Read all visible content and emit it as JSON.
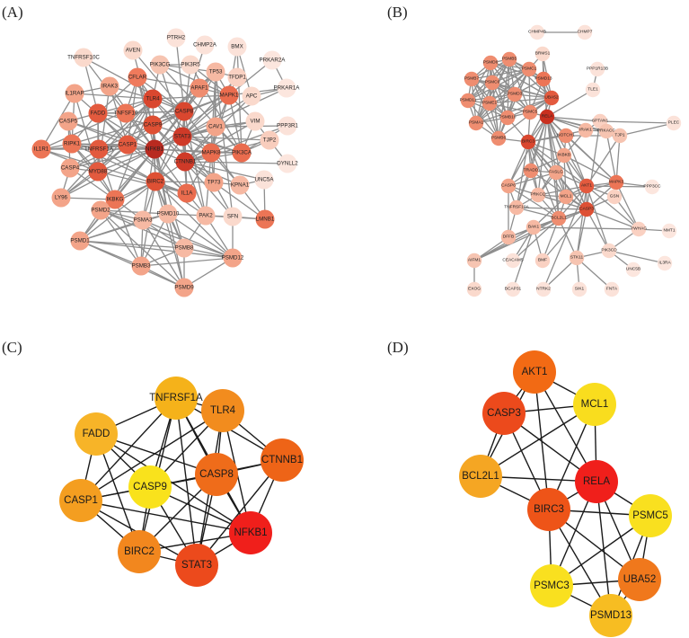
{
  "panels": {
    "A": {
      "label": "(A)",
      "nodes": [
        {
          "id": "PTRH2",
          "label": "PTRH2",
          "color": "#fbe2d9"
        },
        {
          "id": "CHMP2A",
          "label": "CHMP2A",
          "color": "#fbe2d9"
        },
        {
          "id": "AVEN",
          "label": "AVEN",
          "color": "#fad9cc"
        },
        {
          "id": "TNFRSF10C",
          "label": "TNFRSF10C",
          "color": "#fad9cc"
        },
        {
          "id": "PIK3CG",
          "label": "PIK3CG",
          "color": "#f6c4b1"
        },
        {
          "id": "PIK3R5",
          "label": "PIK3R5",
          "color": "#fad9cc"
        },
        {
          "id": "BMX",
          "label": "BMX",
          "color": "#fbe2d9"
        },
        {
          "id": "PRKAR2A",
          "label": "PRKAR2A",
          "color": "#fce6de"
        },
        {
          "id": "TP53",
          "label": "TP53",
          "color": "#f6b9a3"
        },
        {
          "id": "CFLAR",
          "label": "CFLAR",
          "color": "#ef7a5c"
        },
        {
          "id": "IRAK3",
          "label": "IRAK3",
          "color": "#f3a489"
        },
        {
          "id": "IL1RAP",
          "label": "IL1RAP",
          "color": "#f3a489"
        },
        {
          "id": "APAF1",
          "label": "APAF1",
          "color": "#ef8d70"
        },
        {
          "id": "TFDP1",
          "label": "TFDP1",
          "color": "#fad1c2"
        },
        {
          "id": "PRKAR1A",
          "label": "PRKAR1A",
          "color": "#fce6de"
        },
        {
          "id": "MAPK1",
          "label": "MAPK1",
          "color": "#ea6c4e"
        },
        {
          "id": "APC",
          "label": "APC",
          "color": "#fad9cc"
        },
        {
          "id": "TLR4",
          "label": "TLR4",
          "color": "#d9472f"
        },
        {
          "id": "FADD",
          "label": "FADD",
          "color": "#e35a3e"
        },
        {
          "id": "TNFSF10",
          "label": "TNFSF10",
          "color": "#ec7556"
        },
        {
          "id": "CASP8",
          "label": "CASP8",
          "color": "#d9472f"
        },
        {
          "id": "CASP5",
          "label": "CASP5",
          "color": "#f3a489"
        },
        {
          "id": "CASP9",
          "label": "CASP9",
          "color": "#de5034"
        },
        {
          "id": "VIM",
          "label": "VIM",
          "color": "#fad9cc"
        },
        {
          "id": "PPP3R1",
          "label": "PPP3R1",
          "color": "#fbe2d9"
        },
        {
          "id": "CAV1",
          "label": "CAV1",
          "color": "#f3a489"
        },
        {
          "id": "RIPK1",
          "label": "RIPK1",
          "color": "#ec7556"
        },
        {
          "id": "TNFRSF1A",
          "label": "TNFRSF1A",
          "color": "#e35a3e"
        },
        {
          "id": "IL1R1",
          "label": "IL1R1",
          "color": "#ec7556"
        },
        {
          "id": "CASP1",
          "label": "CASP1",
          "color": "#e35a3e"
        },
        {
          "id": "NFKB1",
          "label": "NFKB1",
          "color": "#b82a20"
        },
        {
          "id": "STAT3",
          "label": "STAT3",
          "color": "#cf3a28"
        },
        {
          "id": "MAPK8",
          "label": "MAPK8",
          "color": "#ea6c4e"
        },
        {
          "id": "PIK3CA",
          "label": "PIK3CA",
          "color": "#ea6c4e"
        },
        {
          "id": "TJP2",
          "label": "TJP2",
          "color": "#f8cdbd"
        },
        {
          "id": "DYNLL2",
          "label": "DYNLL2",
          "color": "#fce6de"
        },
        {
          "id": "CASP4",
          "label": "CASP4",
          "color": "#f3a489"
        },
        {
          "id": "MYD88",
          "label": "MYD88",
          "color": "#e35a3e"
        },
        {
          "id": "CTNNB1",
          "label": "CTNNB1",
          "color": "#cf3a28"
        },
        {
          "id": "BIRC2",
          "label": "BIRC2",
          "color": "#de5034"
        },
        {
          "id": "TP73",
          "label": "TP73",
          "color": "#f3a489"
        },
        {
          "id": "KPNA1",
          "label": "KPNA1",
          "color": "#f6b9a3"
        },
        {
          "id": "UNC5A",
          "label": "UNC5A",
          "color": "#fbe2d9"
        },
        {
          "id": "LY96",
          "label": "LY96",
          "color": "#f3a489"
        },
        {
          "id": "IKBKG",
          "label": "IKBKG",
          "color": "#ec7556"
        },
        {
          "id": "IL1A",
          "label": "IL1A",
          "color": "#ea6c4e"
        },
        {
          "id": "LMNB1",
          "label": "LMNB1",
          "color": "#ec7556"
        },
        {
          "id": "PSMD2",
          "label": "PSMD2",
          "color": "#f3a489"
        },
        {
          "id": "PSMD10",
          "label": "PSMD10",
          "color": "#f6b9a3"
        },
        {
          "id": "PSMA3",
          "label": "PSMA3",
          "color": "#f6b9a3"
        },
        {
          "id": "PAK2",
          "label": "PAK2",
          "color": "#f6b9a3"
        },
        {
          "id": "SFN",
          "label": "SFN",
          "color": "#fad9cc"
        },
        {
          "id": "PSMD1",
          "label": "PSMD1",
          "color": "#f3a489"
        },
        {
          "id": "PSMB8",
          "label": "PSMB8",
          "color": "#f6b9a3"
        },
        {
          "id": "PSMD12",
          "label": "PSMD12",
          "color": "#f3a489"
        },
        {
          "id": "PSMB3",
          "label": "PSMB3",
          "color": "#f3a489"
        },
        {
          "id": "PSMD9",
          "label": "PSMD9",
          "color": "#f3a489"
        }
      ]
    },
    "B": {
      "label": "(B)",
      "nodes": [
        {
          "id": "CHMP4B",
          "label": "CHMP4B",
          "color": "#fbe2d9"
        },
        {
          "id": "CHMP7",
          "label": "CHMP7",
          "color": "#fbe2d9"
        },
        {
          "id": "PSMD6",
          "label": "PSMD6",
          "color": "#ef8d70"
        },
        {
          "id": "PSMB5",
          "label": "PSMB5",
          "color": "#ef8d70"
        },
        {
          "id": "BRMS1",
          "label": "BRMS1",
          "color": "#fad9cc"
        },
        {
          "id": "PSMC1",
          "label": "PSMC1",
          "color": "#ef8d70"
        },
        {
          "id": "PSMD13",
          "label": "PSMD13",
          "color": "#ec7556"
        },
        {
          "id": "PPP1R13B",
          "label": "PPP1R13B",
          "color": "#fbe2d9"
        },
        {
          "id": "PSMB7",
          "label": "PSMB7",
          "color": "#ef8d70"
        },
        {
          "id": "PSMC6",
          "label": "PSMC6",
          "color": "#ef8d70"
        },
        {
          "id": "PSMD3",
          "label": "PSMD3",
          "color": "#ef8d70"
        },
        {
          "id": "UBA52",
          "label": "UBA52",
          "color": "#e35a3e"
        },
        {
          "id": "TLE1",
          "label": "TLE1",
          "color": "#fbe2d9"
        },
        {
          "id": "PSMD11",
          "label": "PSMD11",
          "color": "#ef8d70"
        },
        {
          "id": "PSME1",
          "label": "PSME1",
          "color": "#ef8d70"
        },
        {
          "id": "PSMC5",
          "label": "PSMC5",
          "color": "#ef8d70"
        },
        {
          "id": "RELA",
          "label": "RELA",
          "color": "#c9301f"
        },
        {
          "id": "SPTAN1",
          "label": "SPTAN1",
          "color": "#fad1c2"
        },
        {
          "id": "PLEC",
          "label": "PLEC",
          "color": "#fbe2d9"
        },
        {
          "id": "PSMA1",
          "label": "PSMA1",
          "color": "#ef8d70"
        },
        {
          "id": "PSMB10",
          "label": "PSMB10",
          "color": "#ef8d70"
        },
        {
          "id": "IRAK1",
          "label": "IRAK1",
          "color": "#f6b9a3"
        },
        {
          "id": "PRKACG",
          "label": "PRKACG",
          "color": "#f6c4b1"
        },
        {
          "id": "PSMB6",
          "label": "PSMB6",
          "color": "#ef8d70"
        },
        {
          "id": "BIRC3",
          "label": "BIRC3",
          "color": "#d9472f"
        },
        {
          "id": "NOTCH1",
          "label": "NOTCH1",
          "color": "#ef8d70"
        },
        {
          "id": "TJP1",
          "label": "TJP1",
          "color": "#f6c4b1"
        },
        {
          "id": "IKBKB",
          "label": "IKBKB",
          "color": "#f3a489"
        },
        {
          "id": "TRADD",
          "label": "TRADD",
          "color": "#ef8d70"
        },
        {
          "id": "FASLG",
          "label": "FASLG",
          "color": "#f3a489"
        },
        {
          "id": "MAPK3",
          "label": "MAPK3",
          "color": "#ec7556"
        },
        {
          "id": "AKT1",
          "label": "AKT1",
          "color": "#e35a3e"
        },
        {
          "id": "PPP3CC",
          "label": "PPP3CC",
          "color": "#fce6de"
        },
        {
          "id": "CASP6",
          "label": "CASP6",
          "color": "#f3a489"
        },
        {
          "id": "MCL1",
          "label": "MCL1",
          "color": "#f3a489"
        },
        {
          "id": "GSN",
          "label": "GSN",
          "color": "#fad1c2"
        },
        {
          "id": "PRKCQ",
          "label": "PRKCQ",
          "color": "#f6b9a3"
        },
        {
          "id": "CASP3",
          "label": "CASP3",
          "color": "#de5034"
        },
        {
          "id": "TNFRSF10A",
          "label": "TNFRSF10A",
          "color": "#f6b9a3"
        },
        {
          "id": "BCL2L1",
          "label": "BCL2L1",
          "color": "#ef8d70"
        },
        {
          "id": "BAK1",
          "label": "BAK1",
          "color": "#f6b9a3"
        },
        {
          "id": "YWHAG",
          "label": "YWHAG",
          "color": "#fad1c2"
        },
        {
          "id": "NMT1",
          "label": "NMT1",
          "color": "#fce6de"
        },
        {
          "id": "DFFB",
          "label": "DFFB",
          "color": "#f6b9a3"
        },
        {
          "id": "PIK3CD",
          "label": "PIK3CD",
          "color": "#fad9cc"
        },
        {
          "id": "IL3RA",
          "label": "IL3RA",
          "color": "#fce6de"
        },
        {
          "id": "AIFM1",
          "label": "AIFM1",
          "color": "#f6c4b1"
        },
        {
          "id": "CEACAM5",
          "label": "CEACAM5",
          "color": "#fbe2d9"
        },
        {
          "id": "BMF",
          "label": "BMF",
          "color": "#fad1c2"
        },
        {
          "id": "STK11",
          "label": "STK11",
          "color": "#f6c4b1"
        },
        {
          "id": "UNC5B",
          "label": "UNC5B",
          "color": "#fce6de"
        },
        {
          "id": "EXOG",
          "label": "EXOG",
          "color": "#fad9cc"
        },
        {
          "id": "BCAP31",
          "label": "BCAP31",
          "color": "#fbe2d9"
        },
        {
          "id": "NTRK2",
          "label": "NTRK2",
          "color": "#fbe2d9"
        },
        {
          "id": "SIK1",
          "label": "SIK1",
          "color": "#fbe2d9"
        },
        {
          "id": "FNTA",
          "label": "FNTA",
          "color": "#fbe2d9"
        }
      ]
    },
    "C": {
      "label": "(C)",
      "nodes": [
        {
          "id": "TNFRSF1A",
          "label": "TNFRSF1A",
          "color": "#f5b21a"
        },
        {
          "id": "TLR4",
          "label": "TLR4",
          "color": "#f28c1e"
        },
        {
          "id": "FADD",
          "label": "FADD",
          "color": "#f7b428"
        },
        {
          "id": "CTNNB1",
          "label": "CTNNB1",
          "color": "#ee6417"
        },
        {
          "id": "CASP8",
          "label": "CASP8",
          "color": "#ef6c1a"
        },
        {
          "id": "CASP9",
          "label": "CASP9",
          "color": "#f9e21c"
        },
        {
          "id": "CASP1",
          "label": "CASP1",
          "color": "#f49e20"
        },
        {
          "id": "NFKB1",
          "label": "NFKB1",
          "color": "#f01f1b"
        },
        {
          "id": "BIRC2",
          "label": "BIRC2",
          "color": "#f2871e"
        },
        {
          "id": "STAT3",
          "label": "STAT3",
          "color": "#ec4a1c"
        }
      ]
    },
    "D": {
      "label": "(D)",
      "nodes": [
        {
          "id": "AKT1",
          "label": "AKT1",
          "color": "#f26a14"
        },
        {
          "id": "CASP3",
          "label": "CASP3",
          "color": "#ec4a1c"
        },
        {
          "id": "MCL1",
          "label": "MCL1",
          "color": "#f9dd1e"
        },
        {
          "id": "BCL2L1",
          "label": "BCL2L1",
          "color": "#f5a623"
        },
        {
          "id": "RELA",
          "label": "RELA",
          "color": "#f01f1b"
        },
        {
          "id": "BIRC3",
          "label": "BIRC3",
          "color": "#ee5418"
        },
        {
          "id": "PSMC5",
          "label": "PSMC5",
          "color": "#f9e01f"
        },
        {
          "id": "PSMC3",
          "label": "PSMC3",
          "color": "#f9e01f"
        },
        {
          "id": "UBA52",
          "label": "UBA52",
          "color": "#f0781c"
        },
        {
          "id": "PSMD13",
          "label": "PSMD13",
          "color": "#f7bd22"
        }
      ]
    }
  }
}
